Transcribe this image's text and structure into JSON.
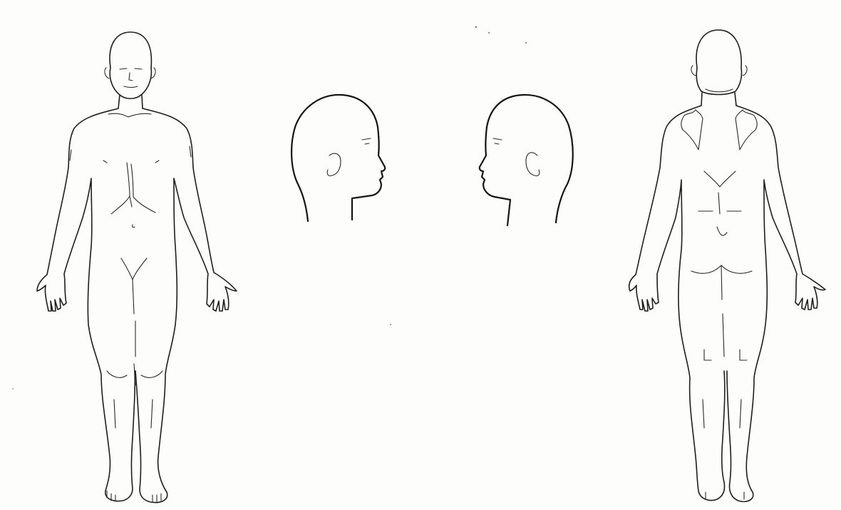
{
  "diagram": {
    "kind": "body outline chart",
    "views": [
      "front",
      "head-right-profile",
      "head-left-profile",
      "back"
    ],
    "ink_color": "#1e1e1e",
    "paper_color": "#fdfdfb"
  }
}
